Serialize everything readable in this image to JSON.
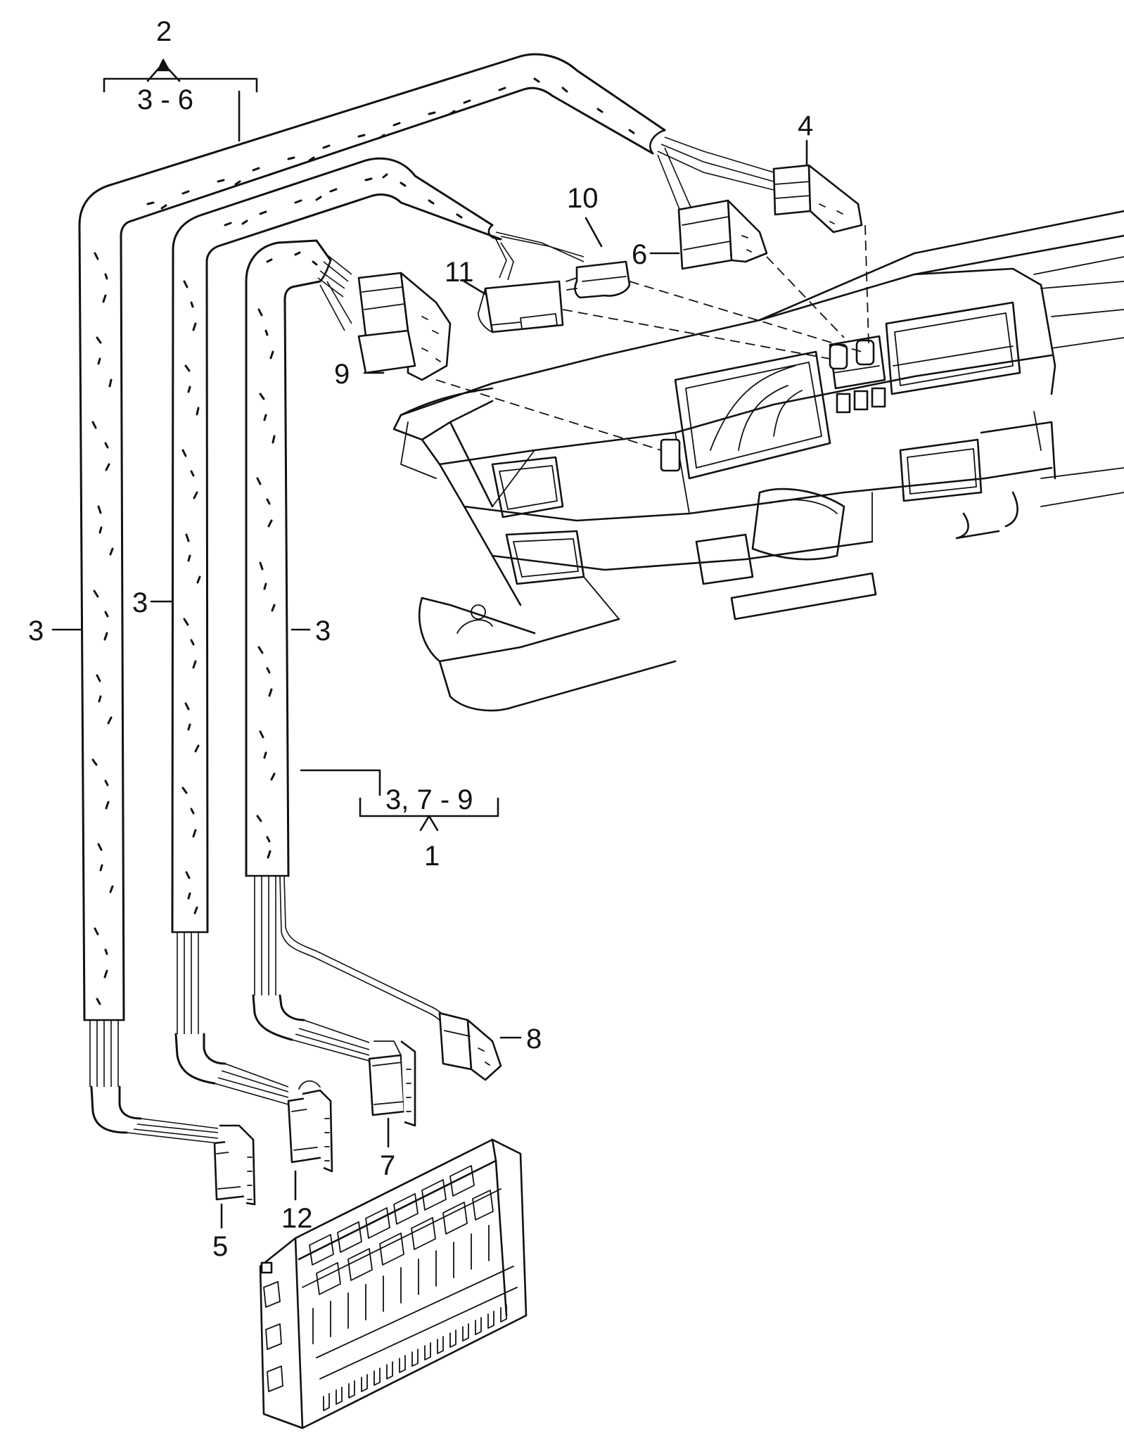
{
  "labels": {
    "l2": "2",
    "l3_6": "3 - 6",
    "l4": "4",
    "l10": "10",
    "l6": "6",
    "l11": "11",
    "l9": "9",
    "l3a": "3",
    "l3b": "3",
    "l3c": "3",
    "l3_7_9": "3, 7 - 9",
    "l1": "1",
    "l8": "8",
    "l7": "7",
    "l12": "12",
    "l5": "5"
  },
  "icons": {
    "harness_a": "wiring-harness",
    "harness_b": "wiring-harness",
    "harness_c": "wiring-harness",
    "dashboard": "instrument-panel",
    "fuse_relay_box": "relay-carrier"
  }
}
